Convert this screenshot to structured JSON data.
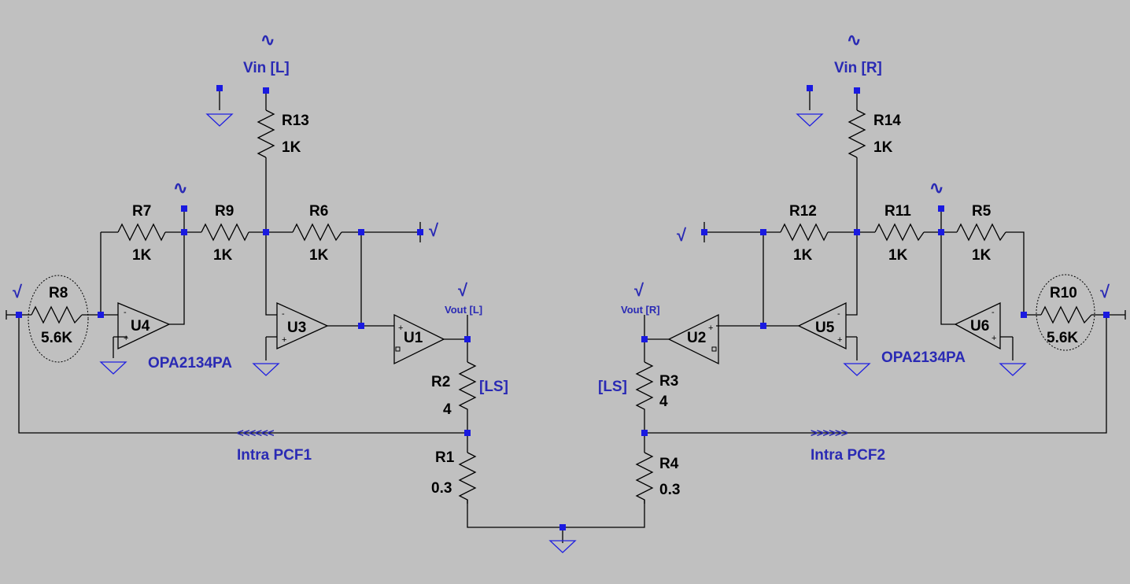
{
  "schematic": {
    "resistors": {
      "r1": {
        "name": "R1",
        "value": "0.3"
      },
      "r2": {
        "name": "R2",
        "value": "4"
      },
      "r3": {
        "name": "R3",
        "value": "4"
      },
      "r4": {
        "name": "R4",
        "value": "0.3"
      },
      "r5": {
        "name": "R5",
        "value": "1K"
      },
      "r6": {
        "name": "R6",
        "value": "1K"
      },
      "r7": {
        "name": "R7",
        "value": "1K"
      },
      "r8": {
        "name": "R8",
        "value": "5.6K"
      },
      "r9": {
        "name": "R9",
        "value": "1K"
      },
      "r10": {
        "name": "R10",
        "value": "5.6K"
      },
      "r11": {
        "name": "R11",
        "value": "1K"
      },
      "r12": {
        "name": "R12",
        "value": "1K"
      },
      "r13": {
        "name": "R13",
        "value": "1K"
      },
      "r14": {
        "name": "R14",
        "value": "1K"
      }
    },
    "opamps": {
      "u1": "U1",
      "u2": "U2",
      "u3": "U3",
      "u4": "U4",
      "u5": "U5",
      "u6": "U6"
    },
    "part_labels": {
      "left": "OPA2134PA",
      "right": "OPA2134PA"
    },
    "nets": {
      "vin_left": "Vin [L]",
      "vin_right": "Vin [R]",
      "vout_left": "Vout [L]",
      "vout_right": "Vout [R]",
      "ls_left": "[LS]",
      "ls_right": "[LS]",
      "pcf_left": "Intra PCF1",
      "pcf_right": "Intra PCF2"
    },
    "arrows": {
      "left": "<<<<<<",
      "right": ">>>>>>"
    },
    "signs": {
      "plus": "+",
      "minus": "-"
    },
    "symbols": {
      "sine": "∿",
      "meter": "√"
    },
    "colors": {
      "background": "#c0c0c0",
      "wire": "#000000",
      "annotation": "#2a2ab4",
      "node": "#1a1ae0"
    }
  }
}
